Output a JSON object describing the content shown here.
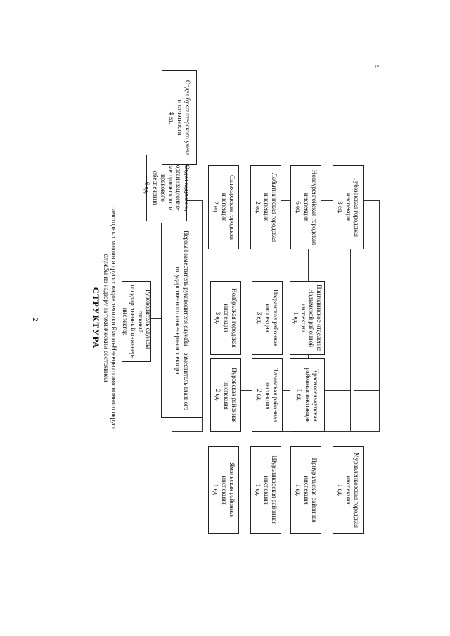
{
  "page": {
    "number": "2",
    "corner_mark": "9."
  },
  "header": {
    "title": "СТРУКТУРА",
    "subtitle_line1": "службы по надзору за техническим состоянием",
    "subtitle_line2": "самоходных машин и других видов техники Ямало-Ненецкого автономного округа"
  },
  "boxes": {
    "head": {
      "l1": "Руководитель службы – главный",
      "l2": "государственный инженер-инспектор"
    },
    "deputy": {
      "l1": "Первый заместитель руководителя службы – заместитель главного",
      "l2": "государственного инженера-инспектора"
    },
    "hr": {
      "l1": "Отдел кадрового,",
      "l2": "организационно-",
      "l3": "методического и правового",
      "l4": "обеспечения",
      "l5": "6 ед."
    },
    "salekhard": {
      "l1": "Салехардская городская",
      "l2": "инспекция",
      "l3": "2 ед."
    },
    "labytnangi": {
      "l1": "Лабытнангская городская",
      "l2": "инспекция",
      "l3": "2 ед."
    },
    "novourengoy": {
      "l1": "Новоуренгойская городская",
      "l2": "инспекция",
      "l3": "6 ед."
    },
    "gubkinsky": {
      "l1": "Губкинская городская",
      "l2": "инспекция",
      "l3": "3 ед."
    },
    "noyabrsk": {
      "l1": "Ноябрьская городская",
      "l2": "инспекция",
      "l3": "3 ед."
    },
    "nadym": {
      "l1": "Надымская районная",
      "l2": "инспекция",
      "l3": "3 ед."
    },
    "pangody": {
      "l1": "Пангодинское отделение",
      "l2": "Надымской районной",
      "l3": "инспекции",
      "l4": "1 ед."
    },
    "purovsk": {
      "l1": "Пуровская районная",
      "l2": "инспекция",
      "l3": "2 ед."
    },
    "tazovsk": {
      "l1": "Тазовская районная",
      "l2": "инспекция",
      "l3": "2 ед."
    },
    "krasnoselkup": {
      "l1": "Красноселькупская",
      "l2": "районная инспекция",
      "l3": "1 ед."
    },
    "accounting": {
      "l1": "Отдел бухгалтерского учета",
      "l2": "и отчетности",
      "l3": "4 ед."
    },
    "yamal": {
      "l1": "Ямальская районная",
      "l2": "инспекция",
      "l3": "1 ед."
    },
    "shuryshkar": {
      "l1": "Шурышкарская районная",
      "l2": "инспекция",
      "l3": "1 ед."
    },
    "priural": {
      "l1": "Приуральская районная",
      "l2": "инспекция",
      "l3": "1 ед."
    },
    "muravlenko": {
      "l1": "Муравленковская городская",
      "l2": "инспекция",
      "l3": "1 ед."
    }
  }
}
